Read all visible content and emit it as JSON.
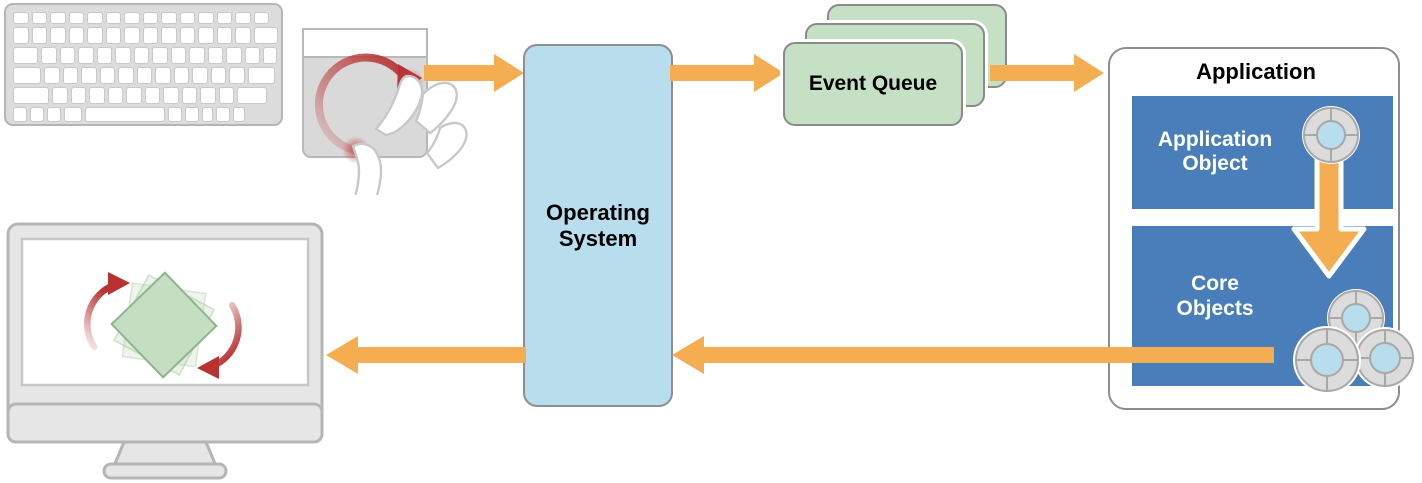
{
  "diagram": {
    "title": "Event handling flow: input device to application and back to display",
    "colors": {
      "arrow_orange": "#f5ad51",
      "os_blue": "#b8dded",
      "queue_green": "#c5e0c5",
      "panel_blue": "#4a7ebb",
      "device_gray": "#d9d9d9",
      "outline_gray": "#8e8e8e",
      "gesture_red": "#b83232",
      "shape_green": "#c3ddc0"
    }
  },
  "input": {
    "keyboard": {
      "name": "keyboard"
    },
    "trackpad": {
      "name": "trackpad",
      "gesture": "two-finger rotate"
    }
  },
  "os": {
    "label_line1": "Operating",
    "label_line2": "System"
  },
  "event_queue": {
    "label": "Event Queue",
    "card_count": 3
  },
  "application": {
    "title": "Application",
    "panels": [
      {
        "id": "application-object",
        "line1": "Application",
        "line2": "Object",
        "icon_count": 1
      },
      {
        "id": "core-objects",
        "line1": "Core",
        "line2": "Objects",
        "icon_count": 3
      }
    ]
  },
  "display": {
    "name": "monitor",
    "content": "rotating green square with rotation arrows"
  },
  "flow_arrows": [
    {
      "id": "trackpad-to-os",
      "direction": "right"
    },
    {
      "id": "os-to-event-queue",
      "direction": "right"
    },
    {
      "id": "event-queue-to-application",
      "direction": "right"
    },
    {
      "id": "application-object-to-core-objects",
      "direction": "down"
    },
    {
      "id": "application-to-os",
      "direction": "left"
    },
    {
      "id": "os-to-display",
      "direction": "left"
    }
  ]
}
